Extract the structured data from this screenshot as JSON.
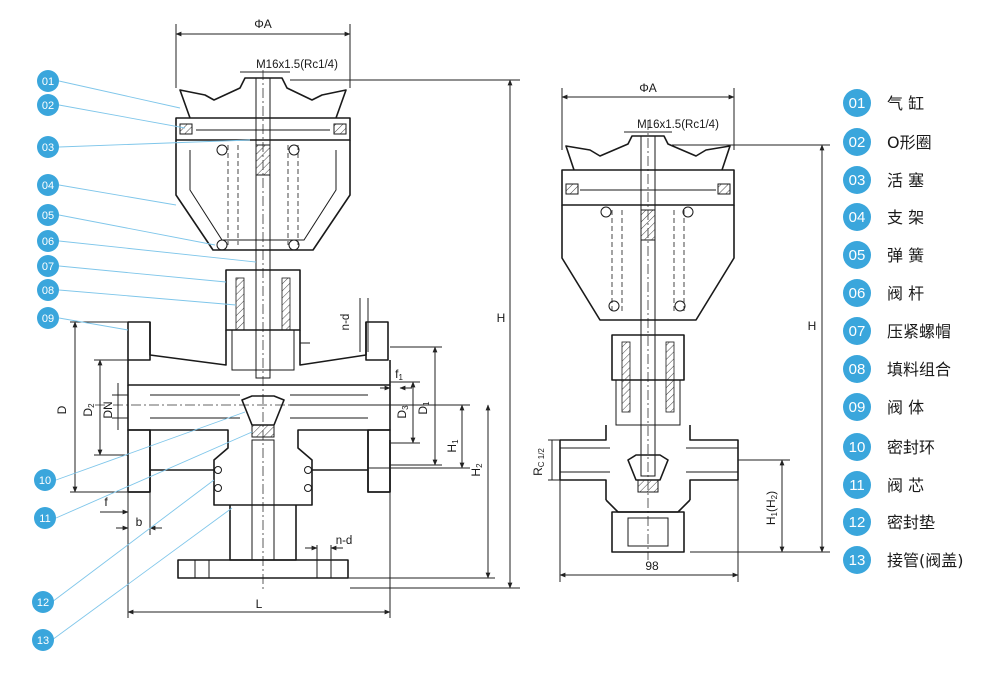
{
  "left_view": {
    "dims": {
      "phiA": "ΦA",
      "thread": "M16x1.5(Rc1/4)",
      "H": "H",
      "H1": "H",
      "H1_sub": "1",
      "H2": "H",
      "H2_sub": "2",
      "D": "D",
      "D2": "D",
      "D2_sub": "2",
      "DN": "DN",
      "D3": "D",
      "D3_sub": "3",
      "D1": "D",
      "D1_sub": "1",
      "f1": "f",
      "f1_sub": "1",
      "f": "f",
      "b": "b",
      "nd_top": "n-d",
      "nd_bottom": "n-d",
      "L": "L"
    },
    "callouts": [
      "01",
      "02",
      "03",
      "04",
      "05",
      "06",
      "07",
      "08",
      "09",
      "10",
      "11",
      "12",
      "13"
    ]
  },
  "right_view": {
    "dims": {
      "phiA": "ΦA",
      "thread": "M16x1.5(Rc1/4)",
      "H": "H",
      "Rc": "R",
      "Rc_sub": "C 1/2",
      "H1H2": "H",
      "H1H2_sub1": "1",
      "H1H2_mid": "(H",
      "H1H2_sub2": "2",
      "H1H2_end": ")",
      "width_98": "98"
    }
  },
  "legend": [
    {
      "num": "01",
      "name": "气 缸"
    },
    {
      "num": "02",
      "name": "O形圈"
    },
    {
      "num": "03",
      "name": "活 塞"
    },
    {
      "num": "04",
      "name": "支 架"
    },
    {
      "num": "05",
      "name": "弹 簧"
    },
    {
      "num": "06",
      "name": "阀 杆"
    },
    {
      "num": "07",
      "name": "压紧螺帽"
    },
    {
      "num": "08",
      "name": "填料组合"
    },
    {
      "num": "09",
      "name": "阀 体"
    },
    {
      "num": "10",
      "name": "密封环"
    },
    {
      "num": "11",
      "name": "阀 芯"
    },
    {
      "num": "12",
      "name": "密封垫"
    },
    {
      "num": "13",
      "name": "接管(阀盖)"
    }
  ],
  "colors": {
    "callout_fill": "#3aa6dc",
    "leader_line": "#7fc6ea",
    "line_work": "#1a1a1a"
  }
}
